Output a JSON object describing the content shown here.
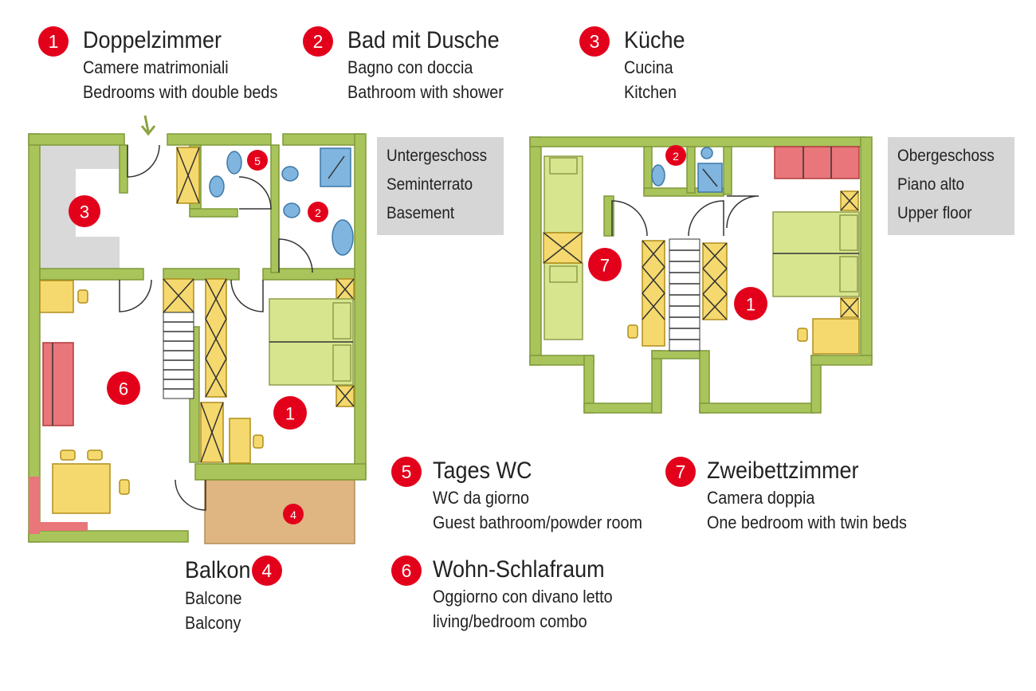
{
  "legend": {
    "item1": {
      "number": "1",
      "title": "Doppelzimmer",
      "line1": "Camere matrimoniali",
      "line2": "Bedrooms with double beds"
    },
    "item2": {
      "number": "2",
      "title": "Bad mit Dusche",
      "line1": "Bagno con doccia",
      "line2": "Bathroom with shower"
    },
    "item3": {
      "number": "3",
      "title": "Küche",
      "line1": "Cucina",
      "line2": "Kitchen"
    },
    "item4": {
      "number": "4",
      "title": "Balkon",
      "line1": "Balcone",
      "line2": "Balcony"
    },
    "item5": {
      "number": "5",
      "title": "Tages WC",
      "line1": "WC da giorno",
      "line2": "Guest bathroom/powder room"
    },
    "item6": {
      "number": "6",
      "title": "Wohn-Schlafraum",
      "line1": "Oggiorno con divano letto",
      "line2": "living/bedroom combo"
    },
    "item7": {
      "number": "7",
      "title": "Zweibettzimmer",
      "line1": "Camera doppia",
      "line2": "One bedroom with twin beds"
    }
  },
  "lower_floor": {
    "label_de": "Untergeschoss",
    "label_it": "Seminterrato",
    "label_en": "Basement"
  },
  "upper_floor": {
    "label_de": "Obergeschoss",
    "label_it": "Piano alto",
    "label_en": "Upper floor"
  },
  "plan_markers": {
    "basement": [
      "3",
      "5",
      "2",
      "6",
      "1",
      "4"
    ],
    "upper": [
      "2",
      "7",
      "1"
    ]
  },
  "colors": {
    "marker": "#e3001b",
    "wall": "#a9c45a",
    "bed": "#d8e58f",
    "cabinet": "#f5d96e",
    "sofa": "#e8767a",
    "sanitary": "#7fb5de",
    "kitchen": "#d9d9d9",
    "balcony": "#dfb582",
    "floor_label_box": "#d6d6d6"
  }
}
